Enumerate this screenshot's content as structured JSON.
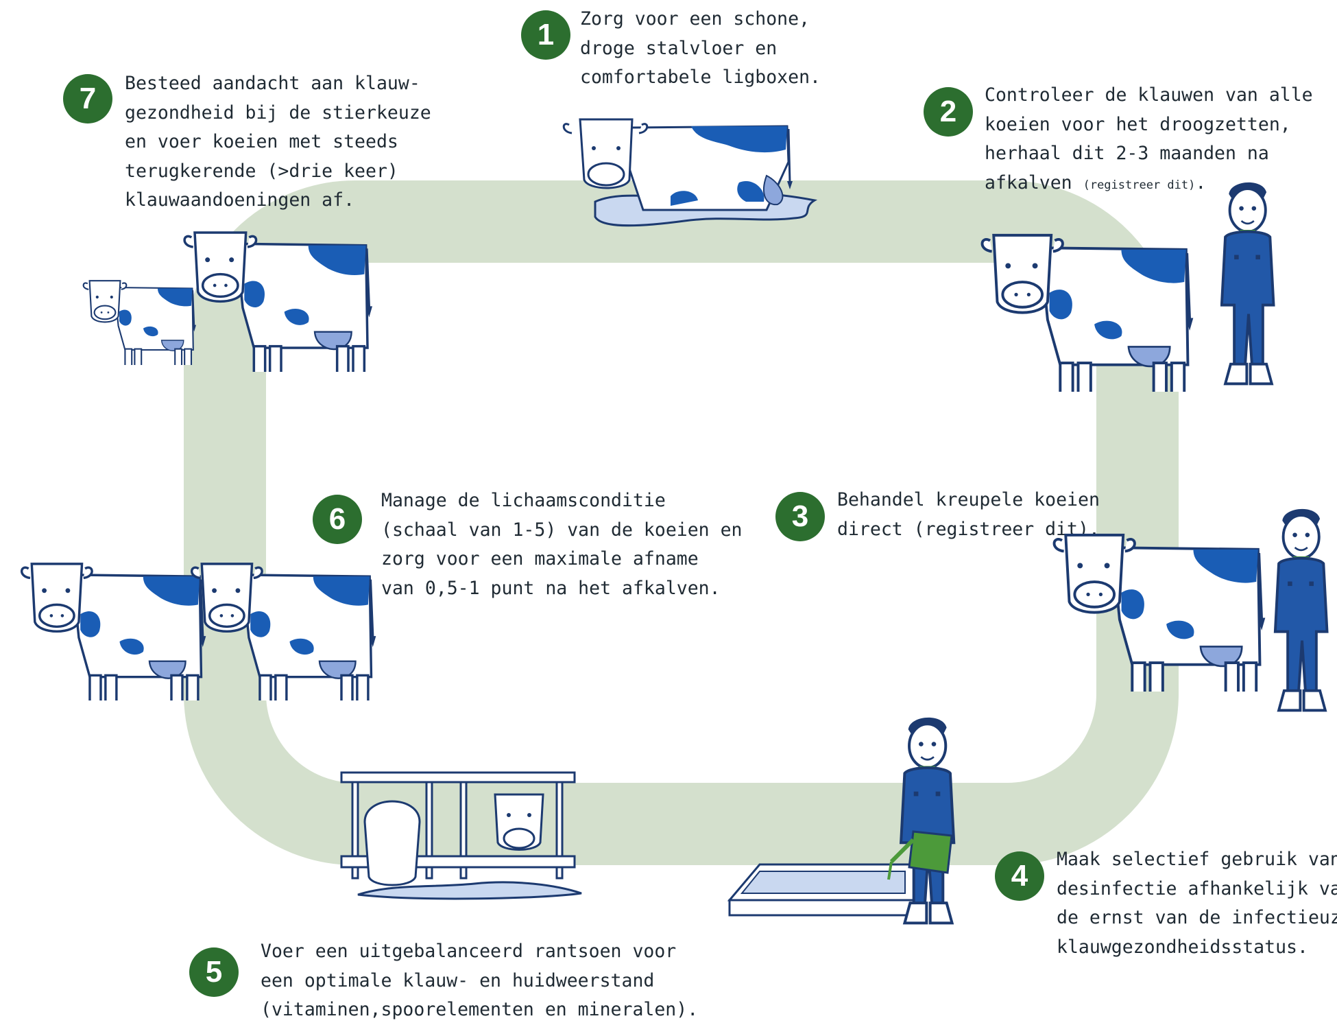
{
  "colors": {
    "loop": "#d4e0cd",
    "badge": "#2c6e2f",
    "cow_outline": "#1c3a70",
    "cow_patch": "#1a5db5",
    "udder": "#8da7dc",
    "overall": "#2258a8",
    "shirt": "#4c9a3a",
    "floor": "#c9d8f0"
  },
  "steps": [
    {
      "num": "1",
      "lines": [
        "Zorg voor een schone,",
        "droge stalvloer en",
        "comfortabele ligboxen."
      ]
    },
    {
      "num": "2",
      "lines": [
        "Controleer de klauwen van alle",
        "koeien voor het droogzetten,",
        "herhaal dit 2-3 maanden na"
      ],
      "last_main": "afkalven ",
      "last_small": "(registreer dit)",
      "last_end": "."
    },
    {
      "num": "3",
      "lines": [
        "Behandel kreupele koeien",
        "direct (registreer dit)."
      ]
    },
    {
      "num": "4",
      "lines": [
        "Maak selectief gebruik van",
        "desinfectie afhankelijk van",
        "de ernst van de infectieuze",
        "klauwgezondheidsstatus."
      ]
    },
    {
      "num": "5",
      "lines": [
        "Voer een uitgebalanceerd rantsoen voor",
        "een optimale klauw- en huidweerstand",
        "(vitaminen,spoorelementen en mineralen)."
      ]
    },
    {
      "num": "6",
      "lines": [
        "Manage de lichaamsconditie",
        "(schaal van 1-5) van de koeien en",
        "zorg voor een maximale afname",
        "van 0,5-1 punt na het afkalven."
      ]
    },
    {
      "num": "7",
      "lines": [
        "Besteed aandacht aan klauw-",
        "gezondheid bij de stierkeuze",
        "en voer koeien met steeds",
        "terugkerende (>drie keer)",
        "klauwaandoeningen af."
      ]
    }
  ]
}
